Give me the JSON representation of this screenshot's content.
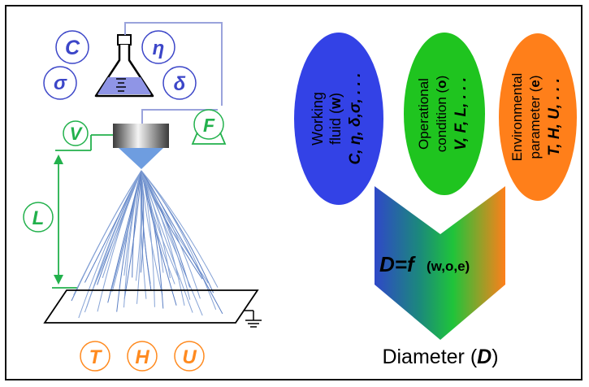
{
  "left_panel": {
    "fluid_symbols": [
      "C",
      "η",
      "σ",
      "δ"
    ],
    "operational_symbols": {
      "velocity": "V",
      "flow": "F",
      "length": "L"
    },
    "environment_symbols": [
      "T",
      "H",
      "U"
    ],
    "colors": {
      "fluid": "#3c46c8",
      "operational": "#22b14c",
      "environment": "#ff8a1f"
    },
    "icons": [
      "flask-icon",
      "syringe-pump-icon",
      "nozzle-icon",
      "spray-icon",
      "ground-icon"
    ]
  },
  "right_panel": {
    "ellipses": [
      {
        "line1": "Working",
        "line2": "fluid (",
        "code": "w",
        "line2_end": ")",
        "symbols": "C, η, δ,σ, . . .",
        "color": "#3342e6"
      },
      {
        "line1": "Operational",
        "line2": "condition (",
        "code": "o",
        "line2_end": ")",
        "symbols": "V, F, L, . . .",
        "color": "#1fc41f"
      },
      {
        "line1": "Environmental",
        "line2": "parameter (",
        "code": "e",
        "line2_end": ")",
        "symbols": "T, H, U, . . .",
        "color": "#ff7f1a"
      }
    ],
    "formula": {
      "main": "D=f",
      "args": "(w,o,e)"
    },
    "output": {
      "prefix": "Diameter (",
      "symbol": "D",
      "suffix": ")"
    }
  }
}
